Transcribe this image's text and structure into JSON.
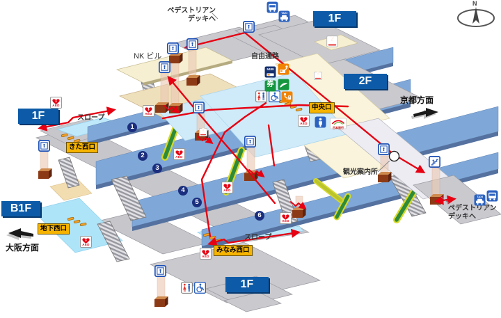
{
  "floors": {
    "f1": "1F",
    "f2": "2F",
    "b1f": "B1F"
  },
  "exits": {
    "kita": "きた西口",
    "chuo": "中央口",
    "chika": "地下西口",
    "minami": "みなみ西口"
  },
  "directions": {
    "kyoto": "京都方面",
    "osaka": "大阪方面"
  },
  "labels": {
    "pedestrian_deck_l1": "ペデストリアン",
    "pedestrian_deck_l2": "デッキへ",
    "nk_building": "NK ビル",
    "free_passage": "自由通路",
    "slope": "スロープ",
    "tourist_info": "観光案内所",
    "aed": "AED",
    "taxi": "TAXI",
    "ticket_5489": "5489",
    "ticket_ken": "券",
    "question": "?",
    "seven": "7",
    "nippon_travel": "日本旅行",
    "north": "N"
  },
  "platforms": [
    "1",
    "2",
    "3",
    "4",
    "5",
    "6"
  ],
  "colors": {
    "route_red": "#e60012",
    "platform_blue": "#7fa8d8",
    "exit_label_yellow": "#f6b400",
    "floor_label_blue": "#0d5ba8",
    "escalator_green": "#2e8b3a",
    "escalator_yellow": "#d6d92c",
    "concourse_blue": "#cfeaf8",
    "deck_gray": "#c9c9ce",
    "deck_cream": "#f6efd2",
    "elevator_shaft_brown": "#8c3a16"
  }
}
